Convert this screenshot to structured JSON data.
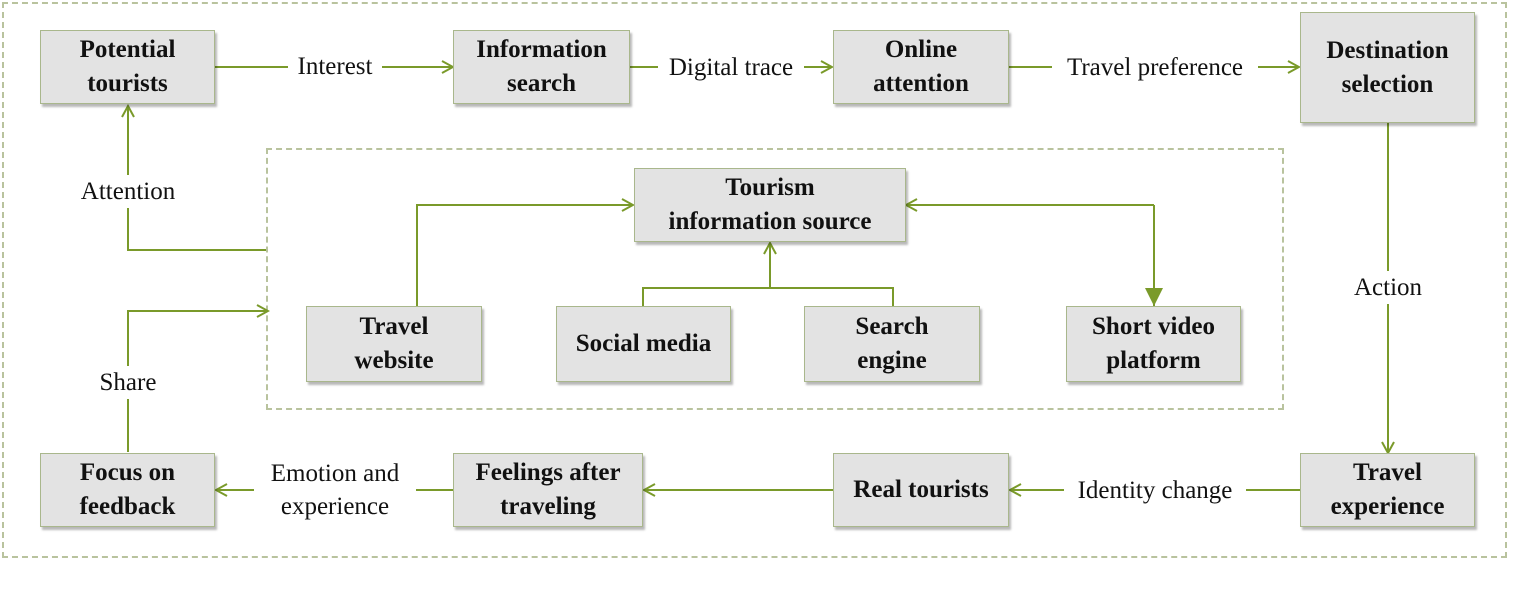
{
  "nodes": {
    "potential_tourists": "Potential\ntourists",
    "information_search": "Information\nsearch",
    "online_attention": "Online\nattention",
    "destination_selection": "Destination\nselection",
    "tourism_information_source": "Tourism\ninformation source",
    "travel_website": "Travel\nwebsite",
    "social_media": "Social media",
    "search_engine": "Search\nengine",
    "short_video_platform": "Short video\nplatform",
    "focus_on_feedback": "Focus on\nfeedback",
    "feelings_after_traveling": "Feelings after\ntraveling",
    "real_tourists": "Real tourists",
    "travel_experience": "Travel\nexperience"
  },
  "edges": {
    "interest": "Interest",
    "digital_trace": "Digital trace",
    "travel_preference": "Travel preference",
    "action": "Action",
    "identity_change": "Identity change",
    "emotion_and_experience": "Emotion and\nexperience",
    "share": "Share",
    "attention": "Attention"
  },
  "colors": {
    "arrow": "#7a9a2a",
    "box_fill": "#e3e3e3",
    "box_border": "#a9b78c",
    "frame": "#b9c39e"
  }
}
